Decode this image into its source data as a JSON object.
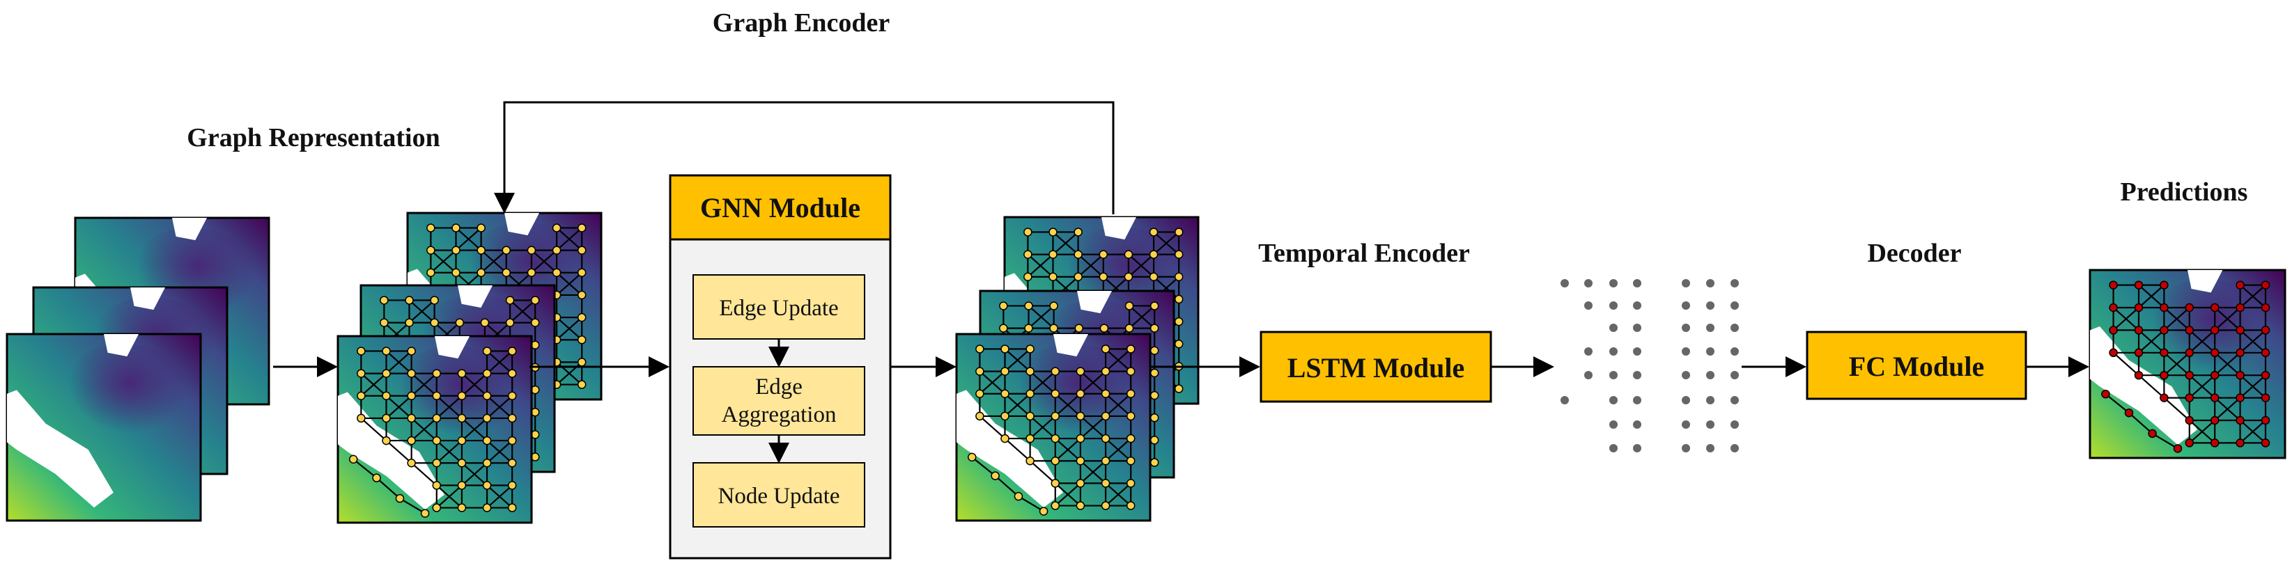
{
  "labels": {
    "graph_encoder": "Graph Encoder",
    "graph_representation": "Graph Representation",
    "temporal_encoder": "Temporal Encoder",
    "decoder": "Decoder",
    "predictions": "Predictions"
  },
  "gnn": {
    "title": "GNN Module",
    "steps": [
      "Edge Update",
      "Edge\nAggregation",
      "Node Update"
    ]
  },
  "lstm": {
    "title": "LSTM Module"
  },
  "fc": {
    "title": "FC Module"
  },
  "colors": {
    "module_fill": "#ffc000",
    "step_fill": "#ffe699",
    "gnn_body": "#f2f2f2",
    "node_input": "#ffd24d",
    "node_pred": "#c00000",
    "edge": "#000000",
    "map_low": "#440154",
    "map_mid": "#21918c",
    "map_high": "#fde725"
  }
}
